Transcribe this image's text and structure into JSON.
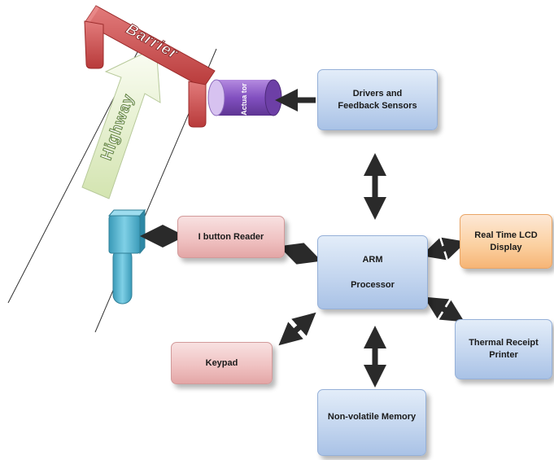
{
  "labels": {
    "barrier": "Barrier",
    "highway": "Highway",
    "actuator": "Actua tor",
    "drivers": "Drivers and Feedback Sensors",
    "ibutton": "I button Reader",
    "arm_line1": "ARM",
    "arm_line2": "Processor",
    "lcd": "Real Time LCD Display",
    "keypad": "Keypad",
    "printer": "Thermal Receipt Printer",
    "memory": "Non-volatile Memory"
  },
  "colors": {
    "blue_block": "#c4d6ef",
    "pink_block": "#efc0c0",
    "orange_block": "#fbcf9e",
    "barrier": "#d04a4a",
    "actuator": "#8b5cc4",
    "reader_device": "#4fb3cf",
    "highway_arrow": "#e6f0d0",
    "arrow": "#2a2a2a"
  }
}
